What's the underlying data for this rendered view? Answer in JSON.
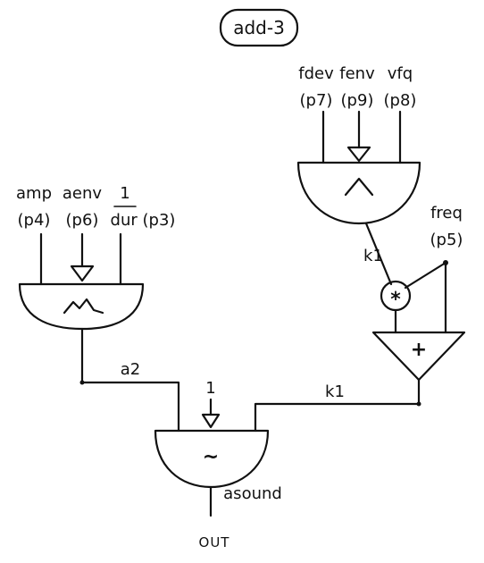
{
  "title": "add-3",
  "left_osc": {
    "inputs": [
      {
        "name": "amp",
        "param": "(p4)"
      },
      {
        "name": "aenv",
        "param": "(p6)"
      },
      {
        "name": "1",
        "param": "dur (p3)"
      }
    ],
    "output_label": "a2",
    "icon": "envelope-shape-icon"
  },
  "right_osc": {
    "inputs": [
      {
        "name": "fdev",
        "param": "(p7)"
      },
      {
        "name": "fenv",
        "param": "(p9)"
      },
      {
        "name": "vfq",
        "param": "(p8)"
      }
    ],
    "output_label": "k1",
    "icon": "caret-shape-icon"
  },
  "freq": {
    "name": "freq",
    "param": "(p5)"
  },
  "multiplier_symbol": "*",
  "adder_symbol": "+",
  "adder_output_label": "k1",
  "main_osc": {
    "input_label": "1",
    "symbol": "~",
    "output_label": "asound"
  },
  "out_label": "OUT",
  "colors": {
    "ink": "#111111",
    "background": "#ffffff"
  }
}
